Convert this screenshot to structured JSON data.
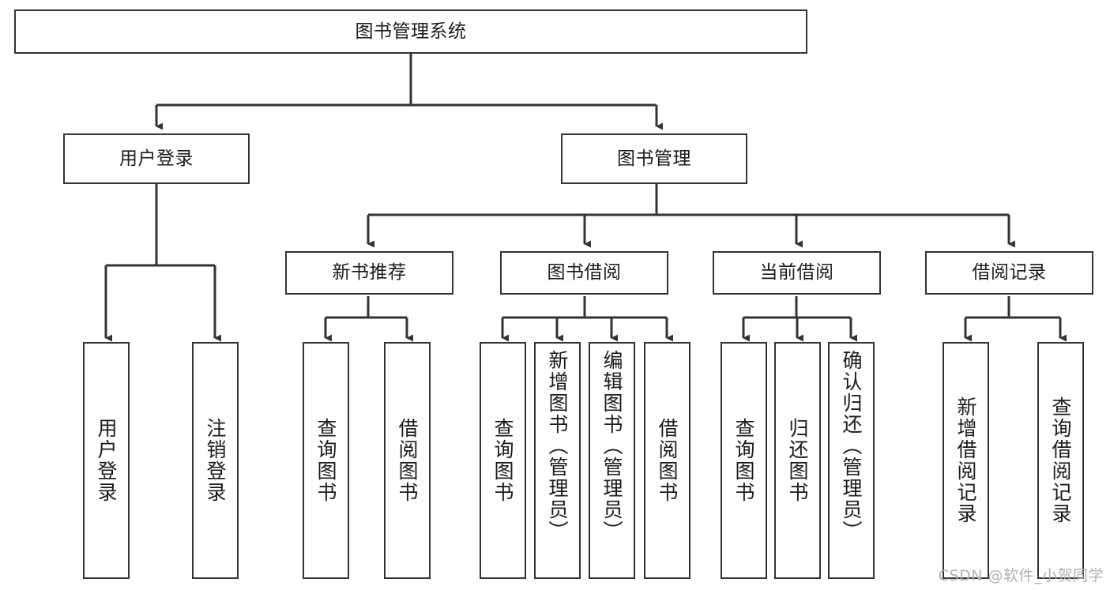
{
  "diagram": {
    "type": "tree-hierarchy",
    "title": "图书管理系统",
    "watermark": "CSDN @软件_小贺同学",
    "colors": {
      "stroke": "#333333",
      "fill": "#ffffff",
      "text": "#1a1a1a",
      "watermark": "#b0b0b0"
    },
    "nodes": {
      "root": {
        "label": "图书管理系统"
      },
      "level2": [
        {
          "label": "用户登录"
        },
        {
          "label": "图书管理"
        }
      ],
      "level3": [
        {
          "label": "新书推荐"
        },
        {
          "label": "图书借阅"
        },
        {
          "label": "当前借阅"
        },
        {
          "label": "借阅记录"
        }
      ],
      "leaves": {
        "user_login": [
          {
            "label": "用户登录"
          },
          {
            "label": "注销登录"
          }
        ],
        "new_book": [
          {
            "label": "查询图书"
          },
          {
            "label": "借阅图书"
          }
        ],
        "book_borrow": [
          {
            "label": "查询图书"
          },
          {
            "label": "新增图书（管理员）"
          },
          {
            "label": "编辑图书（管理员）"
          },
          {
            "label": "借阅图书"
          }
        ],
        "current_borrow": [
          {
            "label": "查询图书"
          },
          {
            "label": "归还图书"
          },
          {
            "label": "确认归还（管理员）"
          }
        ],
        "borrow_record": [
          {
            "label": "新增借阅记录"
          },
          {
            "label": "查询借阅记录"
          }
        ]
      }
    }
  }
}
